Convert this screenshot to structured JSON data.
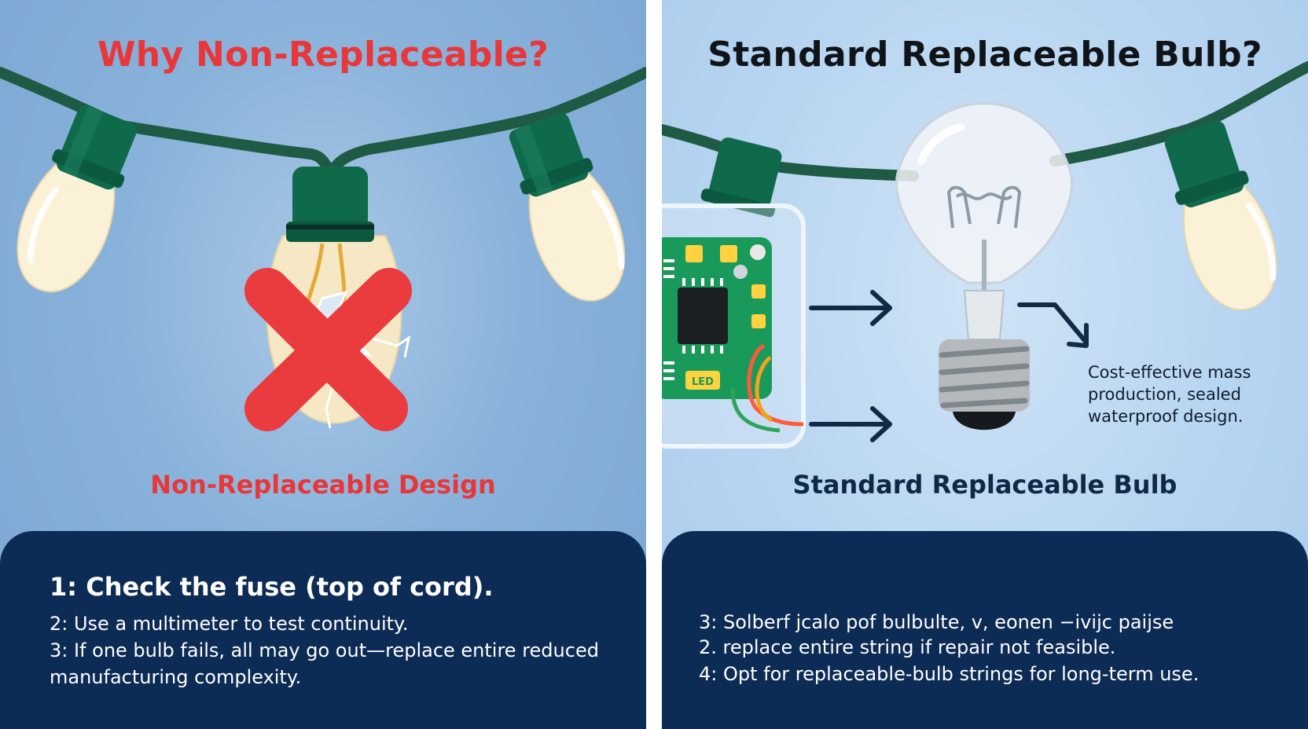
{
  "left_panel": {
    "title": "Why Non-Replaceable?",
    "caption": "Non-Replaceable Design",
    "steps": [
      "1: Check the fuse (top of cord).",
      "2: Use a multimeter to test continuity.",
      "3: If one bulb fails, all may go out—replace entire reduced",
      "manufacturing complexity."
    ]
  },
  "right_panel": {
    "title": "Standard Replaceable Bulb?",
    "caption": "Standard Replaceable Bulb",
    "note": "Cost-effective mass production, sealed waterproof design.",
    "chip_label": "LED",
    "steps": [
      "3: Solberf jcalo pof bulbulte, v, eonen −ivijc paijse",
      "2. replace entire string if repair not feasible.",
      "4: Opt for replaceable-bulb strings for long-term use."
    ]
  },
  "colors": {
    "accent_red": "#e8373a",
    "wire_green": "#1f5a45",
    "socket_green": "#0f6a4c",
    "bulb_cream": "#fbf1d6",
    "navy": "#0c2b55"
  }
}
